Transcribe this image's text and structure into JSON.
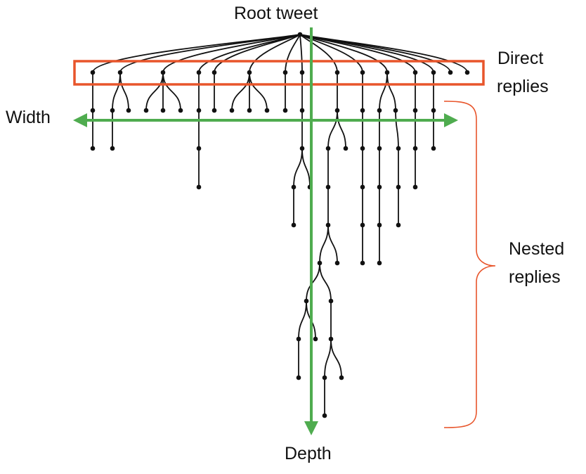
{
  "labels": {
    "root": "Root tweet",
    "direct_line1": "Direct",
    "direct_line2": "replies",
    "width": "Width",
    "nested_line1": "Nested",
    "nested_line2": "replies",
    "depth": "Depth"
  },
  "colors": {
    "edge": "#111111",
    "node": "#111111",
    "highlight_box": "#e8552b",
    "axis_arrows": "#4fac4f",
    "bracket": "#e8552b",
    "text": "#111111"
  }
}
